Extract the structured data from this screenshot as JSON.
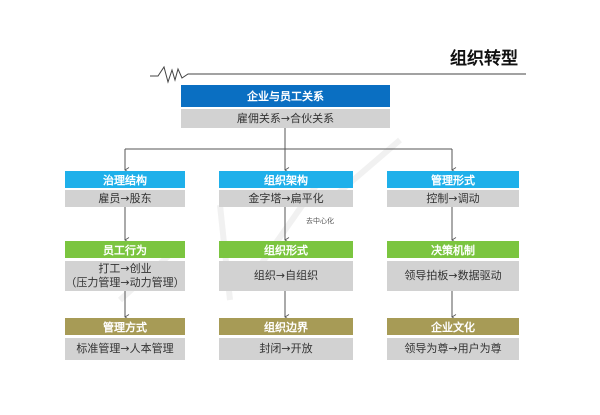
{
  "title": "组织转型",
  "top": {
    "header": "企业与员工关系",
    "body": "雇佣关系→合伙关系"
  },
  "columns": [
    {
      "tier1": {
        "header": "治理结构",
        "body": "雇员→股东"
      },
      "tier2": {
        "header": "员工行为",
        "body_line1": "打工→创业",
        "body_line2": "（压力管理→动力管理）"
      },
      "tier3": {
        "header": "管理方式",
        "body": "标准管理→人本管理"
      }
    },
    {
      "tier1": {
        "header": "组织架构",
        "body": "金字塔→扁平化",
        "note": "去中心化"
      },
      "tier2": {
        "header": "组织形式",
        "body": "组织→自组织"
      },
      "tier3": {
        "header": "组织边界",
        "body": "封闭→开放"
      }
    },
    {
      "tier1": {
        "header": "管理形式",
        "body": "控制→调动"
      },
      "tier2": {
        "header": "决策机制",
        "body": "领导拍板→数据驱动"
      },
      "tier3": {
        "header": "企业文化",
        "body": "领导为尊→用户为尊"
      }
    }
  ],
  "colors": {
    "top": "#0a6fc2",
    "tier1": "#1fb0ea",
    "tier2": "#7bc540",
    "tier3": "#a79b56",
    "body": "#d2d2d2"
  }
}
